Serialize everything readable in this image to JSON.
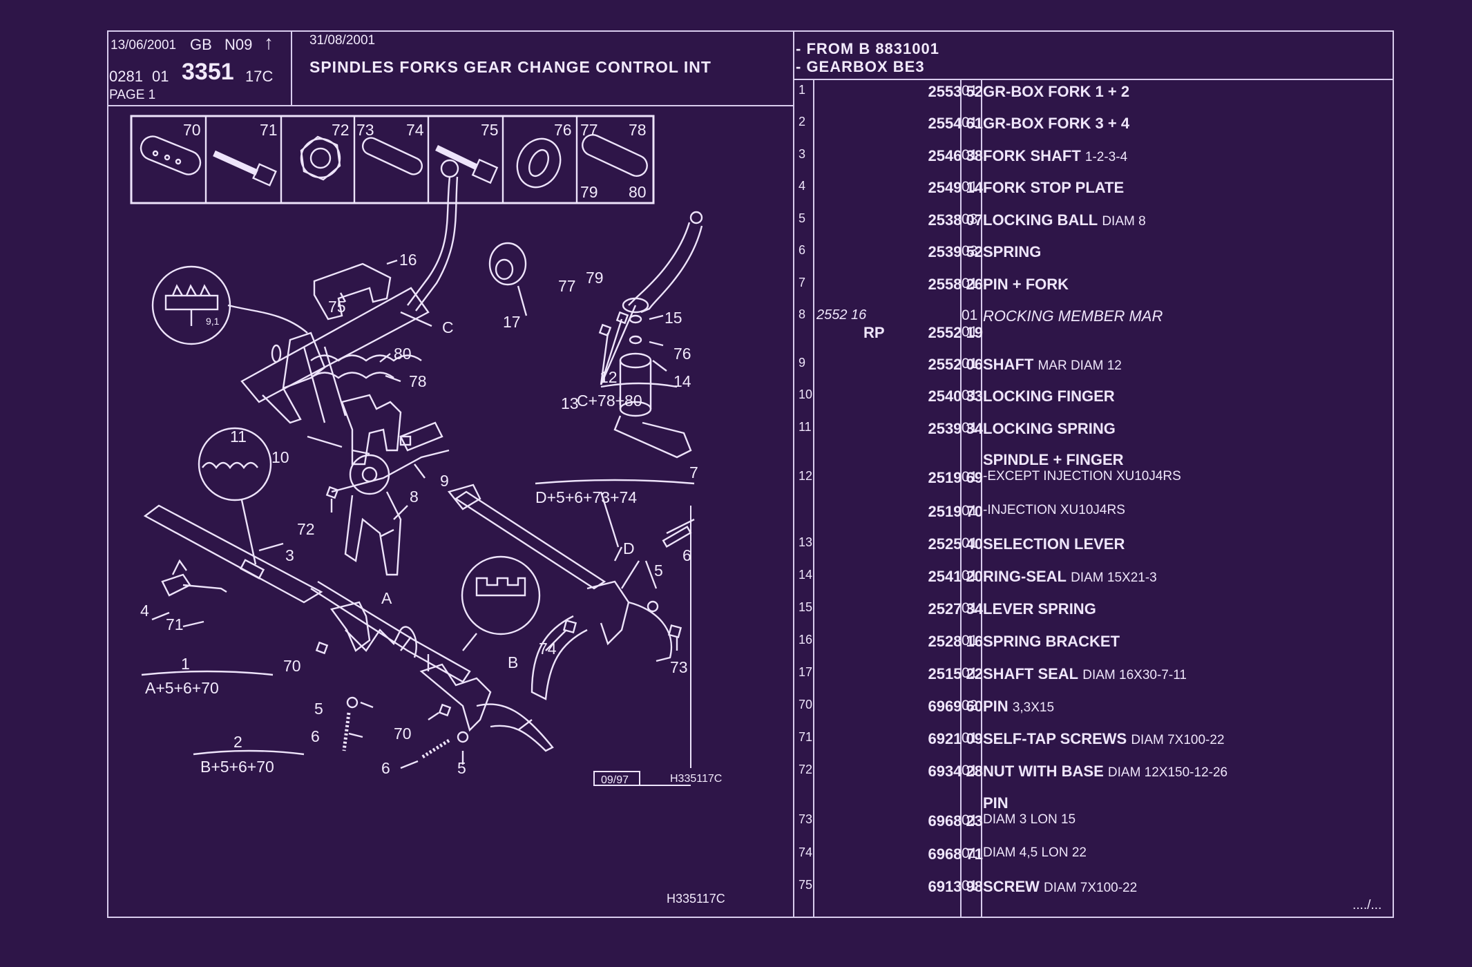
{
  "header": {
    "date1": "13/06/2001",
    "code_gb": "GB",
    "code_n09": "N09",
    "ref_prefix": "0281",
    "ref_01": "01",
    "ref_main": "3351",
    "ref_suffix": "17C",
    "page": "PAGE 1",
    "date2": "31/08/2001",
    "title": "SPINDLES FORKS GEAR CHANGE CONTROL INT",
    "from_line": "- FROM B 8831001",
    "gearbox_line": "- GEARBOX BE3"
  },
  "diagram": {
    "thumbs": [
      {
        "a": "70",
        "b": ""
      },
      {
        "a": "71",
        "b": ""
      },
      {
        "a": "72",
        "b": ""
      },
      {
        "a": "73",
        "b": "74"
      },
      {
        "a": "75",
        "b": ""
      },
      {
        "a": "76",
        "b": ""
      },
      {
        "a": "77",
        "b": "78"
      }
    ],
    "thumb_bottom_79": "79",
    "thumb_bottom_80": "80",
    "callouts": {
      "c16": "16",
      "c75": "75",
      "cC": "C",
      "c17": "17",
      "c91": "9,1",
      "c80": "80",
      "c78": "78",
      "c77": "77",
      "c79": "79",
      "c15": "15",
      "c76": "76",
      "c14": "14",
      "c13": "13",
      "c11": "11",
      "c10": "10",
      "c9": "9",
      "c8": "8",
      "c72": "72",
      "c3": "3",
      "c4": "4",
      "c71": "71",
      "cA": "A",
      "cD": "D",
      "c5a": "5",
      "c6a": "6",
      "c74": "74",
      "c73": "73",
      "c70a": "70",
      "c5b": "5",
      "c6b": "6",
      "cB": "B",
      "c70b": "70",
      "c6c": "6",
      "c5c": "5"
    },
    "assemblies": {
      "a12_num": "12",
      "a12_formula": "C+78+80",
      "a7_num": "7",
      "a7_formula": "D+5+6+73+74",
      "a1_num": "1",
      "a1_formula": "A+5+6+70",
      "a2_num": "2",
      "a2_formula": "B+5+6+70"
    },
    "revision": "09/97",
    "drawing_code": "H335117C",
    "drawing_code_bottom": "H335117C"
  },
  "parts": [
    {
      "idx": "1",
      "pn": "2553 52",
      "qty": "01",
      "bold": "GR-BOX FORK 1 + 2",
      "extra": ""
    },
    {
      "idx": "2",
      "pn": "2554 61",
      "qty": "01",
      "bold": "GR-BOX FORK 3 + 4",
      "extra": ""
    },
    {
      "idx": "3",
      "pn": "2546 38",
      "qty": "01",
      "bold": "FORK SHAFT",
      "extra": "1-2-3-4"
    },
    {
      "idx": "4",
      "pn": "2549 14",
      "qty": "01",
      "bold": "FORK STOP PLATE",
      "extra": ""
    },
    {
      "idx": "5",
      "pn": "2538 07",
      "qty": "03",
      "bold": "LOCKING BALL",
      "extra": "DIAM 8"
    },
    {
      "idx": "6",
      "pn": "2539 52",
      "qty": "03",
      "bold": "SPRING",
      "extra": ""
    },
    {
      "idx": "7",
      "pn": "2558 26",
      "qty": "01",
      "bold": "PIN + FORK",
      "extra": ""
    },
    {
      "idx": "8",
      "pnalt": "2552 16",
      "qty": "01",
      "italic": "ROCKING MEMBER MAR",
      "rp": "RP",
      "pn2": "2552 19",
      "qty2": "01"
    },
    {
      "idx": "9",
      "pn": "2552 06",
      "qty": "01",
      "bold": "SHAFT",
      "extra": "MAR DIAM 12"
    },
    {
      "idx": "10",
      "pn": "2540 33",
      "qty": "01",
      "bold": "LOCKING FINGER",
      "extra": ""
    },
    {
      "idx": "11",
      "pn": "2539 34",
      "qty": "01",
      "bold": "LOCKING SPRING",
      "extra": ""
    },
    {
      "idx": "12",
      "heading": "SPINDLE + FINGER",
      "pn": "2519 69",
      "qty": "01",
      "extra": "-EXCEPT  INJECTION XU10J4RS"
    },
    {
      "idx": "",
      "pn": "2519 70",
      "qty": "01",
      "extra": "-INJECTION XU10J4RS"
    },
    {
      "idx": "13",
      "pn": "2525 40",
      "qty": "01",
      "bold": "SELECTION LEVER",
      "extra": ""
    },
    {
      "idx": "14",
      "pn": "2541 20",
      "qty": "01",
      "bold": "RING-SEAL",
      "extra": "DIAM 15X21-3"
    },
    {
      "idx": "15",
      "pn": "2527 34",
      "qty": "01",
      "bold": "LEVER SPRING",
      "extra": ""
    },
    {
      "idx": "16",
      "pn": "2528 16",
      "qty": "01",
      "bold": "SPRING BRACKET",
      "extra": ""
    },
    {
      "idx": "17",
      "pn": "2515 22",
      "qty": "01",
      "bold": "SHAFT SEAL",
      "extra": "DIAM 16X30-7-11"
    },
    {
      "idx": "70",
      "pn": "6969 60",
      "qty": "02",
      "bold": "PIN",
      "extra": "3,3X15"
    },
    {
      "idx": "71",
      "pn": "6921 09",
      "qty": "01",
      "bold": "SELF-TAP SCREWS",
      "extra": "DIAM 7X100-22"
    },
    {
      "idx": "72",
      "pn": "6934 28",
      "qty": "01",
      "bold": "NUT WITH BASE",
      "extra": "DIAM 12X150-12-26"
    },
    {
      "idx": "73",
      "heading": "PIN",
      "pn": "6968 23",
      "qty": "01",
      "extra": "DIAM 3 LON 15"
    },
    {
      "idx": "74",
      "pn": "6968 71",
      "qty": "01",
      "bold": "",
      "extra": "DIAM 4,5 LON 22"
    },
    {
      "idx": "75",
      "pn": "6913 98",
      "qty": "01",
      "bold": "SCREW",
      "extra": "DIAM 7X100-22"
    }
  ],
  "continuation": "..../..."
}
